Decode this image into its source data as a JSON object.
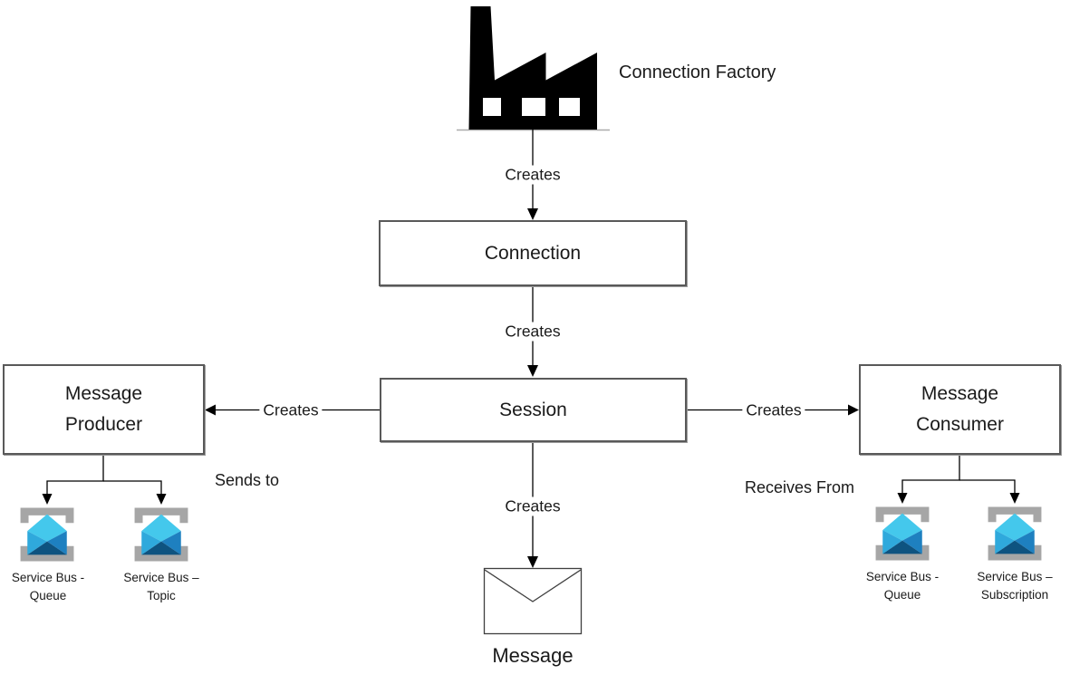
{
  "nodes": {
    "connection_factory": {
      "label": "Connection Factory"
    },
    "connection": {
      "label": "Connection"
    },
    "session": {
      "label": "Session"
    },
    "message_producer": {
      "label": "Message Producer"
    },
    "message_consumer": {
      "label": "Message Consumer"
    },
    "message": {
      "label": "Message"
    }
  },
  "edges": {
    "factory_creates_connection": {
      "label": "Creates"
    },
    "connection_creates_session": {
      "label": "Creates"
    },
    "session_creates_producer": {
      "label": "Creates"
    },
    "session_creates_consumer": {
      "label": "Creates"
    },
    "session_creates_message": {
      "label": "Creates"
    },
    "producer_sends_to": {
      "label": "Sends to"
    },
    "consumer_receives_from": {
      "label": "Receives From"
    }
  },
  "service_bus_targets": {
    "producer_queue": {
      "line1": "Service Bus -",
      "line2": "Queue"
    },
    "producer_topic": {
      "line1": "Service Bus –",
      "line2": "Topic"
    },
    "consumer_queue": {
      "line1": "Service Bus -",
      "line2": "Queue"
    },
    "consumer_subscription": {
      "line1": "Service Bus –",
      "line2": "Subscription"
    }
  },
  "colors": {
    "line": "#000000",
    "arrow": "#000000",
    "factory": "#000000",
    "factory_baseline": "#ababab",
    "envelope_stroke": "#3f3f3f",
    "envelope_fill": "#ffffff",
    "bracket_gray": "#a6a6a6",
    "sb_roof": "#44C8EC",
    "sb_left": "#2FA9DC",
    "sb_right": "#1E80C0",
    "sb_flap": "#0E5380"
  }
}
